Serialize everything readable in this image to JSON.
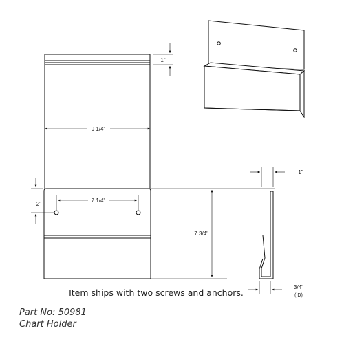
{
  "dimensions": {
    "top_lip": "1\"",
    "overall_width": "9 1/4\"",
    "mount_offset": "2\"",
    "hole_spacing": "7 1/4\"",
    "overall_height": "7 3/4\"",
    "side_thickness": "1\"",
    "pocket_depth": "3/4\"",
    "pocket_depth_note": "(ID)"
  },
  "note": "Item ships with two screws and anchors.",
  "part_number": "Part No: 50981",
  "product_name": "Chart Holder"
}
